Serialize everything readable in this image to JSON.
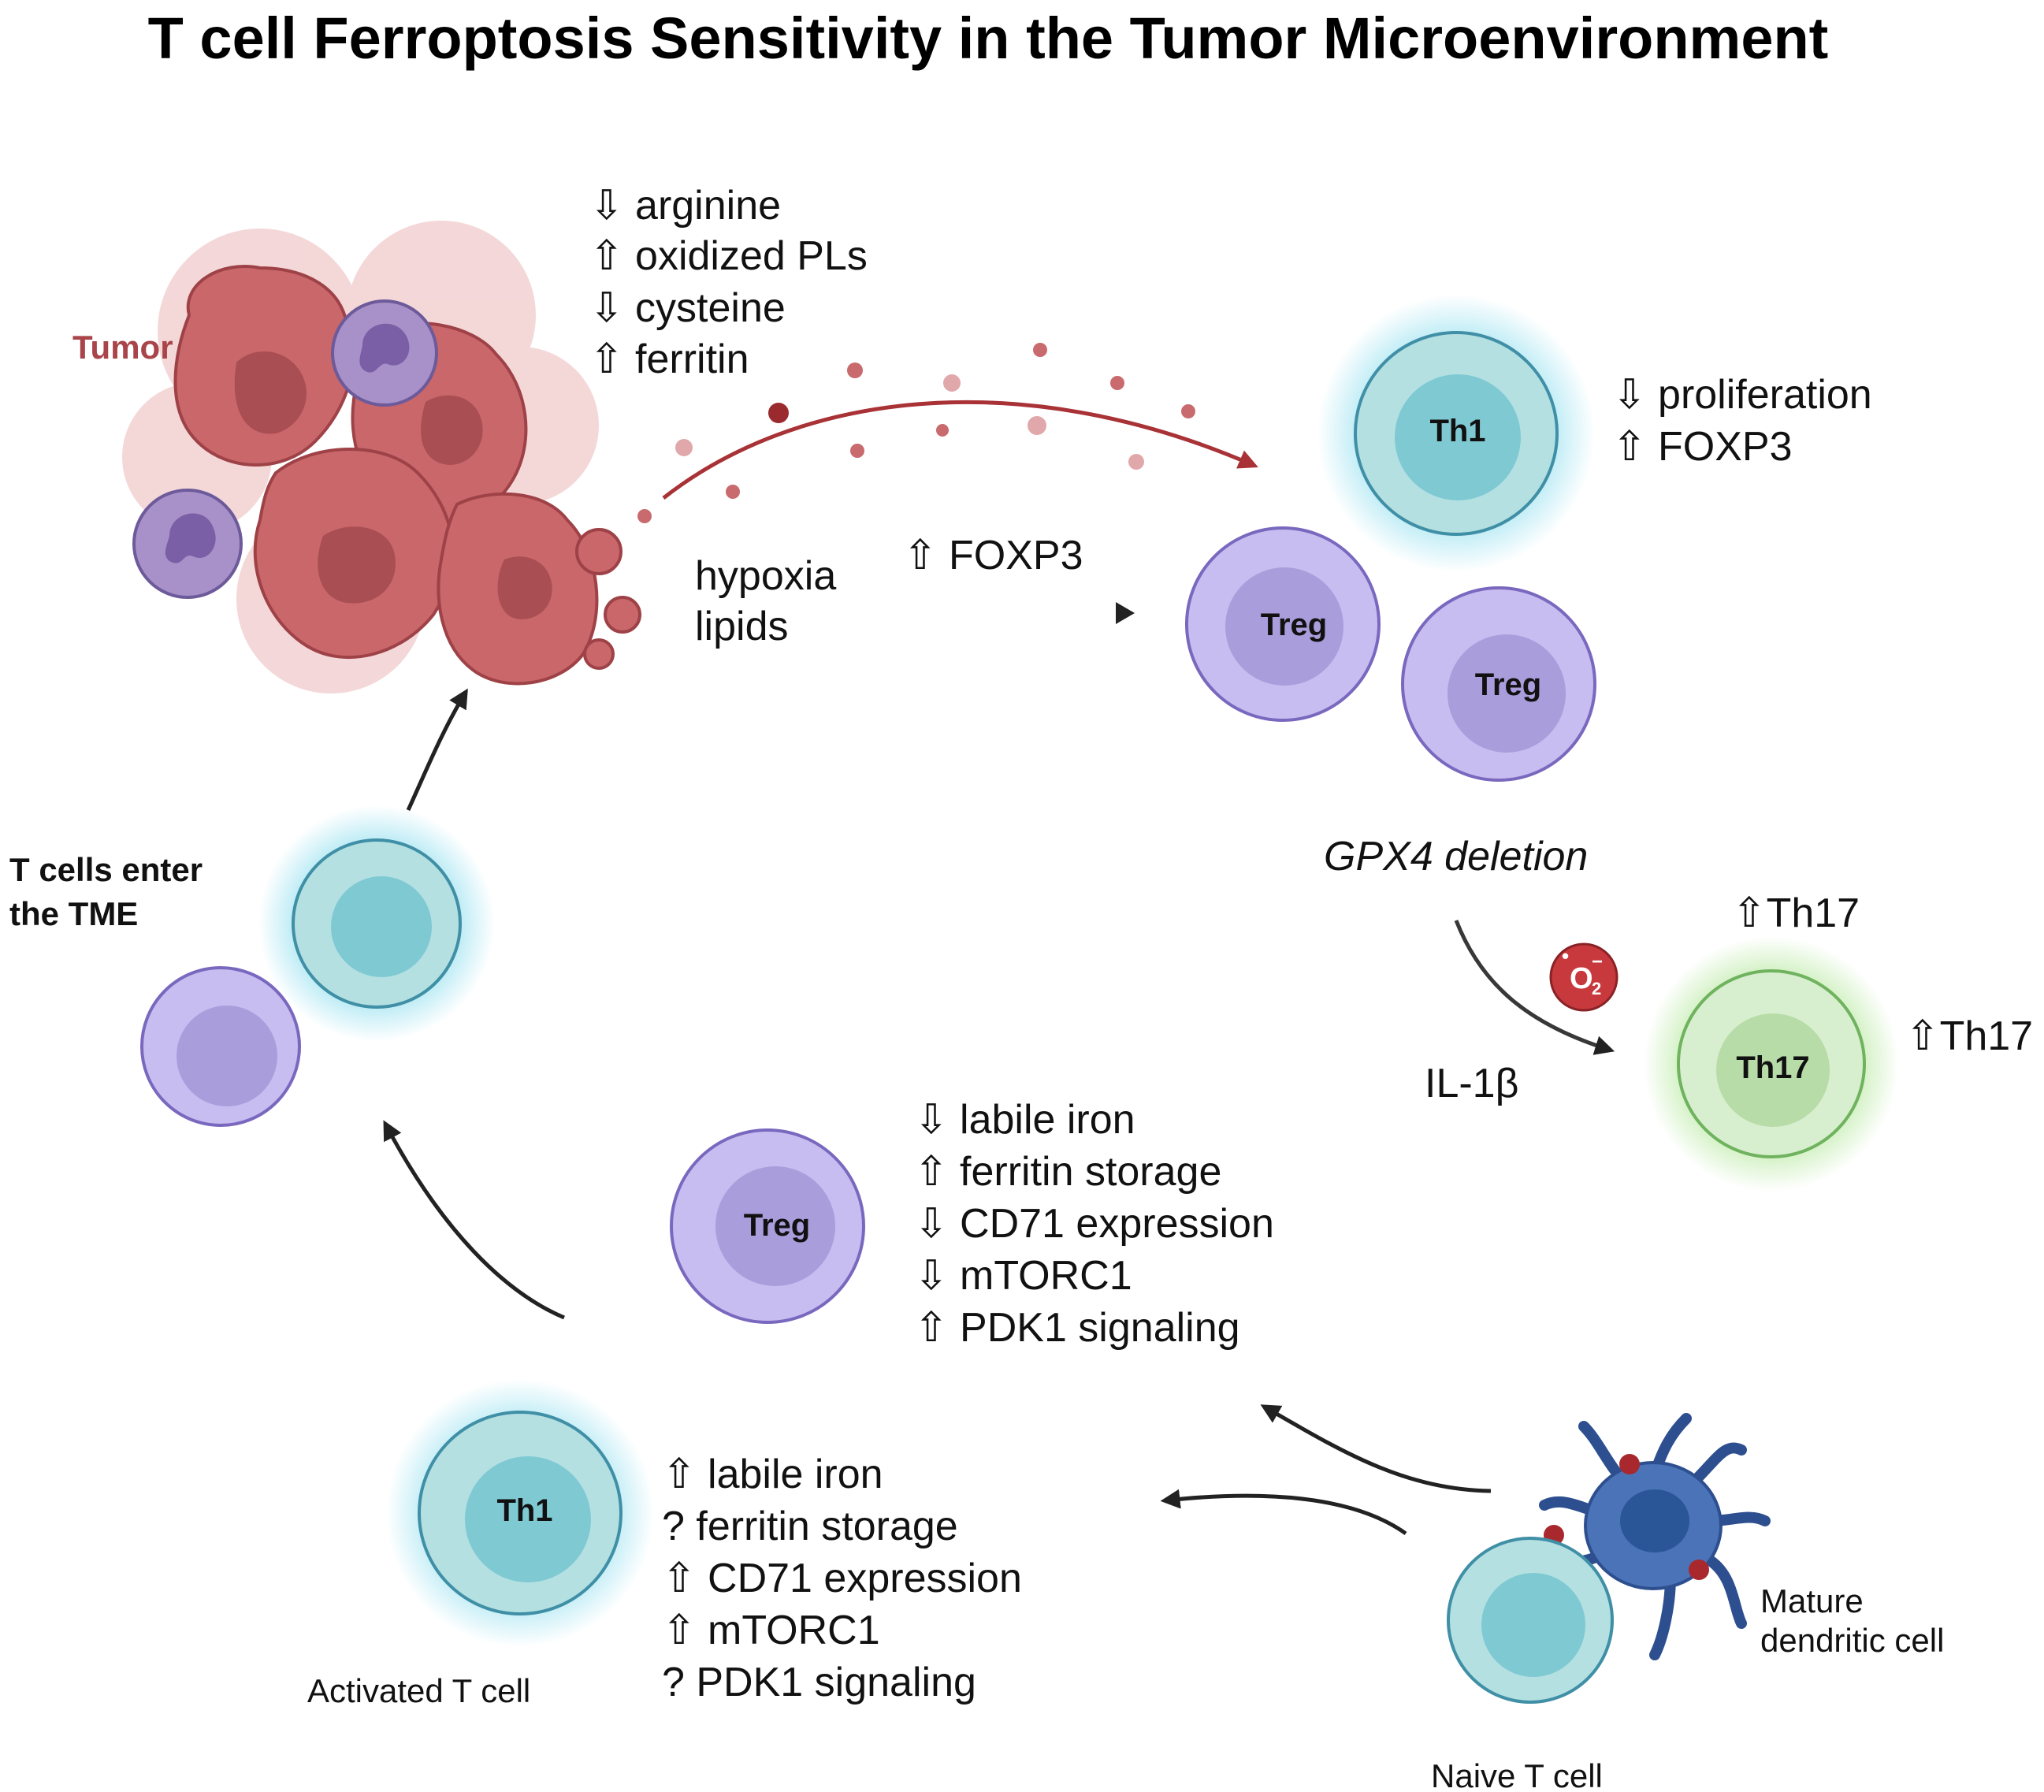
{
  "title": "T cell Ferroptosis Sensitivity in the Tumor Microenvironment",
  "tumor": {
    "label": "Tumor",
    "effects": [
      "⇩ arginine",
      "⇧ oxidized PLs",
      "⇩ cysteine",
      "⇧ ferritin"
    ]
  },
  "hypoxia": {
    "line1": "hypoxia",
    "line2": "lipids",
    "arrow_label": "⇧ FOXP3"
  },
  "th1_top": {
    "label": "Th1",
    "effects": [
      "⇩ proliferation",
      "⇧ FOXP3"
    ]
  },
  "treg_cells": [
    "Treg",
    "Treg",
    "Treg"
  ],
  "gpx4": {
    "label": "GPX4 deletion",
    "il1b": "IL-1β",
    "ros_main": "O",
    "ros_sup": "•",
    "ros_charge": "−",
    "ros_sub": "2"
  },
  "th17": {
    "label": "Th17",
    "up_top": "⇧Th17",
    "up_right": "⇧Th17"
  },
  "enter": {
    "line1": "T cells enter",
    "line2": "the TME"
  },
  "treg_effects": [
    "⇩ labile iron",
    "⇧ ferritin storage",
    "⇩ CD71 expression",
    "⇩ mTORC1",
    "⇧ PDK1 signaling"
  ],
  "activated": {
    "cell_label": "Th1",
    "caption": "Activated T cell",
    "effects": [
      "⇧ labile iron",
      "? ferritin storage",
      "⇧ CD71 expression",
      "⇧ mTORC1",
      "? PDK1 signaling"
    ]
  },
  "dendritic": {
    "line1": "Mature",
    "line2": "dendritic cell"
  },
  "naive": {
    "caption": "Naive T cell"
  },
  "colors": {
    "teal_fill": "#b4e0e2",
    "teal_core": "#7fc9d3",
    "teal_stroke": "#3f8fa6",
    "purple_fill": "#c7bdf0",
    "purple_core": "#a99ddc",
    "purple_stroke": "#7a68bf",
    "green_fill": "#d8efcf",
    "green_core": "#b7dca8",
    "green_stroke": "#6fb35e",
    "tumor": "#c96a6e",
    "arrow_red": "#a83236",
    "ros": "#c8393d",
    "dc_blue": "#4a73b8"
  }
}
